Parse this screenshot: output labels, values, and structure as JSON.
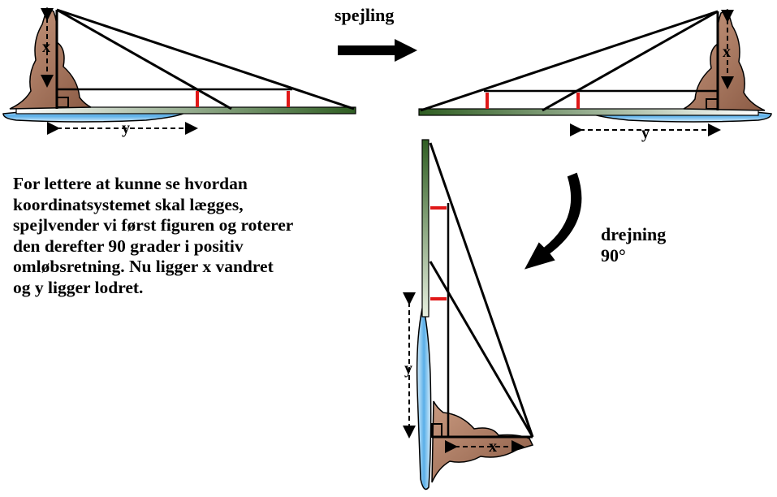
{
  "labels": {
    "spejling": "spejling",
    "drejning": "drejning",
    "angle": "90°",
    "x": "x",
    "y": "y"
  },
  "caption_lines": [
    "For lettere at kunne se hvordan",
    "koordinatsystemet skal lægges,",
    "spejlvender vi først figuren og roterer",
    "den derefter 90 grader i positiv",
    "omløbsretning.  Nu ligger x vandret",
    "og y ligger lodret."
  ],
  "colors": {
    "rock": "#b8846c",
    "rock_dark": "#8a5a44",
    "water": "#7fc4ee",
    "water_dark": "#3a8ed0",
    "deck": "#3d6b2e",
    "marker": "#e01818",
    "ink": "#000000"
  }
}
